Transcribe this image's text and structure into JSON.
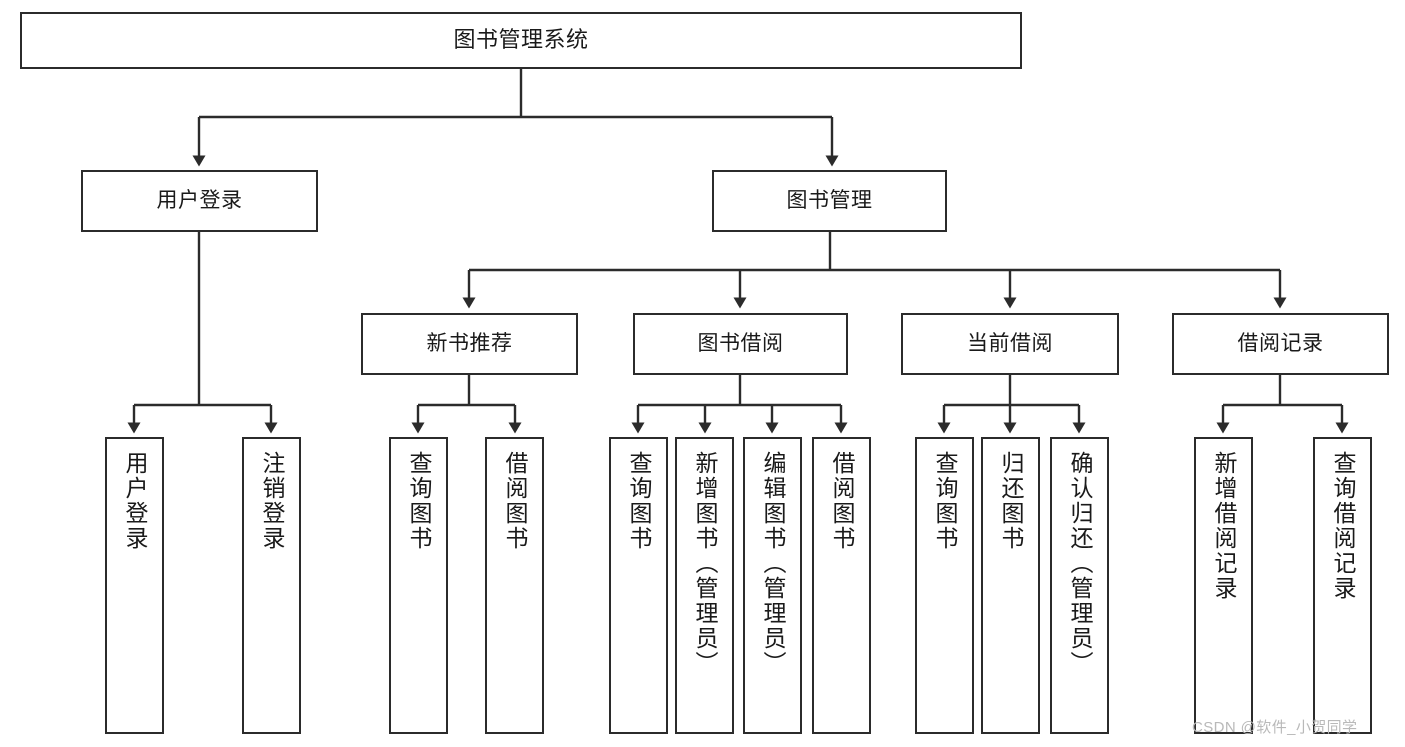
{
  "diagram": {
    "title": "图书管理系统",
    "type": "tree-hierarchy-diagram",
    "root": {
      "label": "图书管理系统"
    },
    "level2": [
      {
        "label": "用户登录"
      },
      {
        "label": "图书管理"
      }
    ],
    "level3": [
      {
        "label": "新书推荐"
      },
      {
        "label": "图书借阅"
      },
      {
        "label": "当前借阅"
      },
      {
        "label": "借阅记录"
      }
    ],
    "leaves": {
      "user_login": [
        {
          "label": "用户登录"
        },
        {
          "label": "注销登录"
        }
      ],
      "new_book_recommend": [
        {
          "label": "查询图书"
        },
        {
          "label": "借阅图书"
        }
      ],
      "book_borrow": [
        {
          "label": "查询图书"
        },
        {
          "label": "新增图书（管理员）"
        },
        {
          "label": "编辑图书（管理员）"
        },
        {
          "label": "借阅图书"
        }
      ],
      "current_borrow": [
        {
          "label": "查询图书"
        },
        {
          "label": "归还图书"
        },
        {
          "label": "确认归还（管理员）"
        }
      ],
      "borrow_record": [
        {
          "label": "新增借阅记录"
        },
        {
          "label": "查询借阅记录"
        }
      ]
    }
  },
  "watermark": {
    "text": "CSDN @软件_小贺同学"
  },
  "colors": {
    "border": "#2b2b2b",
    "text": "#1a1a1a",
    "background": "#ffffff",
    "watermark": "#b9b9b9"
  }
}
